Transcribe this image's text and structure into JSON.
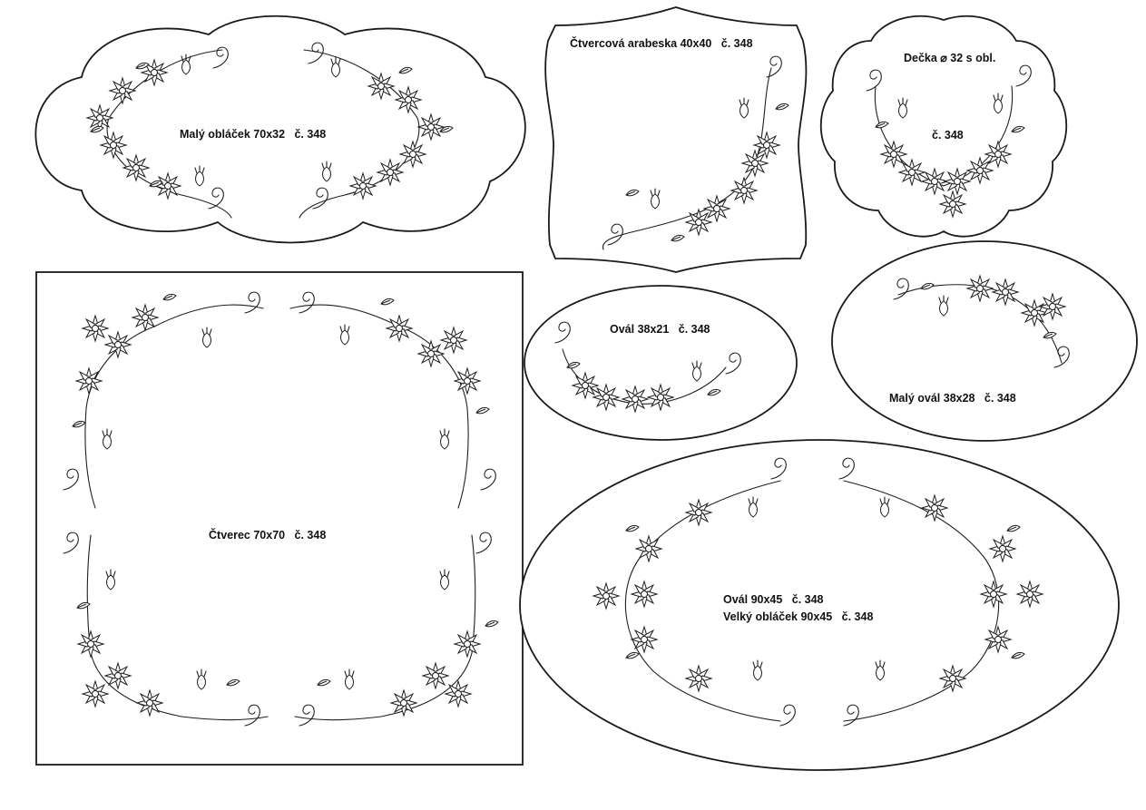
{
  "sheet": {
    "patterns": [
      {
        "id": "maly-oblacek",
        "shape": "cloud",
        "label": "Malý obláček 70x32   č. 348"
      },
      {
        "id": "ctvercova-arabeska",
        "shape": "arabesque-square",
        "label": "Čtvercová arabeska 40x40   č. 348"
      },
      {
        "id": "decka",
        "shape": "scalloped-doily",
        "label_line1": "Dečka ⌀ 32 s obl.",
        "label_line2": "č. 348"
      },
      {
        "id": "ctverec",
        "shape": "square",
        "label": "Čtverec 70x70   č. 348"
      },
      {
        "id": "oval-38x21",
        "shape": "oval",
        "label": "Ovál 38x21   č. 348"
      },
      {
        "id": "maly-oval",
        "shape": "oval",
        "label": "Malý ovál 38x28   č. 348"
      },
      {
        "id": "oval-90x45",
        "shape": "oval",
        "label_line1": "Ovál 90x45   č. 348",
        "label_line2": "Velký obláček 90x45   č. 348"
      }
    ],
    "ink_color": "#1f1f1f",
    "paper_color": "#ffffff",
    "motif_icons": [
      "cornflower-icon",
      "leaf-icon",
      "scroll-icon",
      "bud-icon"
    ]
  }
}
